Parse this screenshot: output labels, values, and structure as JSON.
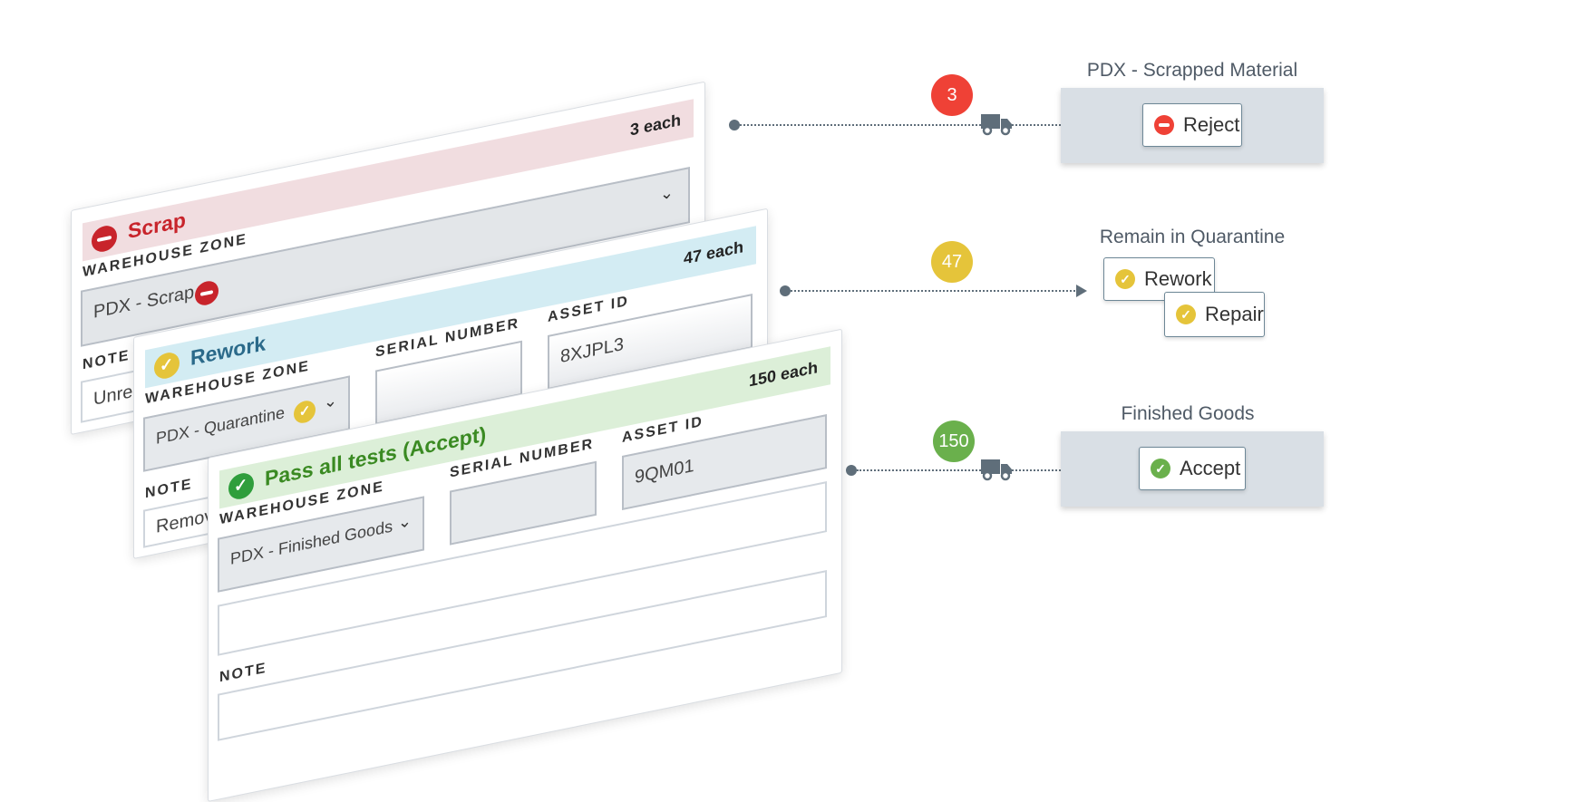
{
  "colors": {
    "scrap_header": "#f1dde0",
    "scrap_text": "#c8242b",
    "rework_header": "#d3ecf3",
    "rework_text": "#2b6a8a",
    "accept_header": "#dcefd8",
    "accept_text": "#3a8a22",
    "red": "#ef4136",
    "yellow": "#e5c43a",
    "green": "#6ab04c",
    "connector": "#5f6e7a"
  },
  "cards": {
    "scrap": {
      "title": "Scrap",
      "quantity": "3 each",
      "warehouse_zone_label": "WAREHOUSE ZONE",
      "warehouse_zone_value": "PDX  - Scrap",
      "note_label": "NOTE",
      "note_value": "Unrep"
    },
    "rework": {
      "title": "Rework",
      "quantity": "47 each",
      "warehouse_zone_label": "WAREHOUSE ZONE",
      "warehouse_zone_value": "PDX  - Quarantine",
      "serial_number_label": "SERIAL NUMBER",
      "serial_number_value": "",
      "asset_id_label": "ASSET ID",
      "asset_id_value": "8XJPL3",
      "note_label": "NOTE",
      "note_value": "Remov"
    },
    "accept": {
      "title": "Pass all tests (Accept)",
      "quantity": "150 each",
      "warehouse_zone_label": "WAREHOUSE ZONE",
      "warehouse_zone_value": "PDX  - Finished Goods",
      "serial_number_label": "SERIAL NUMBER",
      "serial_number_value": "",
      "asset_id_label": "ASSET ID",
      "asset_id_value": "9QM01",
      "note_label": "NOTE",
      "note_value": ""
    }
  },
  "flows": {
    "scrap": {
      "count": "3",
      "icon": "truck-icon"
    },
    "rework": {
      "count": "47"
    },
    "accept": {
      "count": "150",
      "icon": "truck-icon"
    }
  },
  "destinations": {
    "scrapped": {
      "title": "PDX - Scrapped Material",
      "chip": "Reject"
    },
    "quarantine": {
      "title": "Remain in Quarantine",
      "chips": [
        "Rework",
        "Repair"
      ]
    },
    "finished": {
      "title": "Finished Goods",
      "chip": "Accept"
    }
  }
}
